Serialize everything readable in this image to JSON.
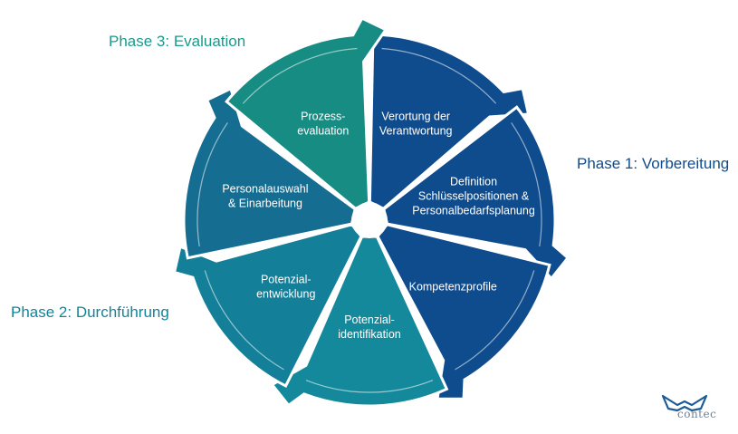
{
  "phases": {
    "phase1": "Phase 1: Vorbereitung",
    "phase2": "Phase 2: Durchführung",
    "phase3": "Phase 3: Evaluation"
  },
  "segments": [
    {
      "lines": [
        "Verortung der",
        "Verantwortung"
      ],
      "color": "#0f4c8d"
    },
    {
      "lines": [
        "Definition",
        "Schlüsselpositionen &",
        "Personalbedarfsplanung"
      ],
      "color": "#0f4c8d"
    },
    {
      "lines": [
        "Kompetenzprofile"
      ],
      "color": "#0f4c8d"
    },
    {
      "lines": [
        "Potenzial-",
        "identifikation"
      ],
      "color": "#13899b"
    },
    {
      "lines": [
        "Potenzial-",
        "entwicklung"
      ],
      "color": "#147f98"
    },
    {
      "lines": [
        "Personalauswahl",
        "& Einarbeitung"
      ],
      "color": "#156e92"
    },
    {
      "lines": [
        "Prozess-",
        "evaluation"
      ],
      "color": "#168c82"
    }
  ],
  "logo": {
    "text": "contec"
  }
}
